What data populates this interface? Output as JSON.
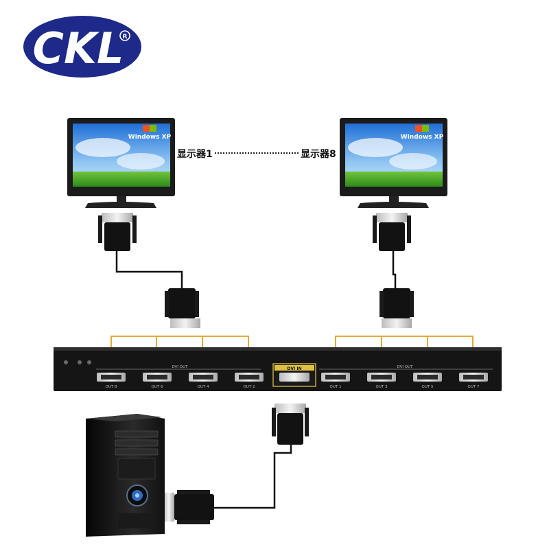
{
  "brand": {
    "logo_text": "CKL",
    "registered_mark": "®",
    "logo_color": "#1d2a8a"
  },
  "monitors": {
    "left_label": "显示器1",
    "right_label": "显示器8",
    "screen_text": "Windows XP"
  },
  "splitter": {
    "input_label": "DVI IN",
    "output_group_label": "DVI OUT",
    "ports_left": [
      "OUT 8",
      "OUT 6",
      "OUT 4",
      "OUT 2"
    ],
    "ports_right": [
      "OUT 1",
      "OUT 3",
      "OUT 5",
      "OUT 7"
    ]
  },
  "colors": {
    "bracket": "#e0a020",
    "cable": "#111111",
    "device_body": "#151515"
  }
}
